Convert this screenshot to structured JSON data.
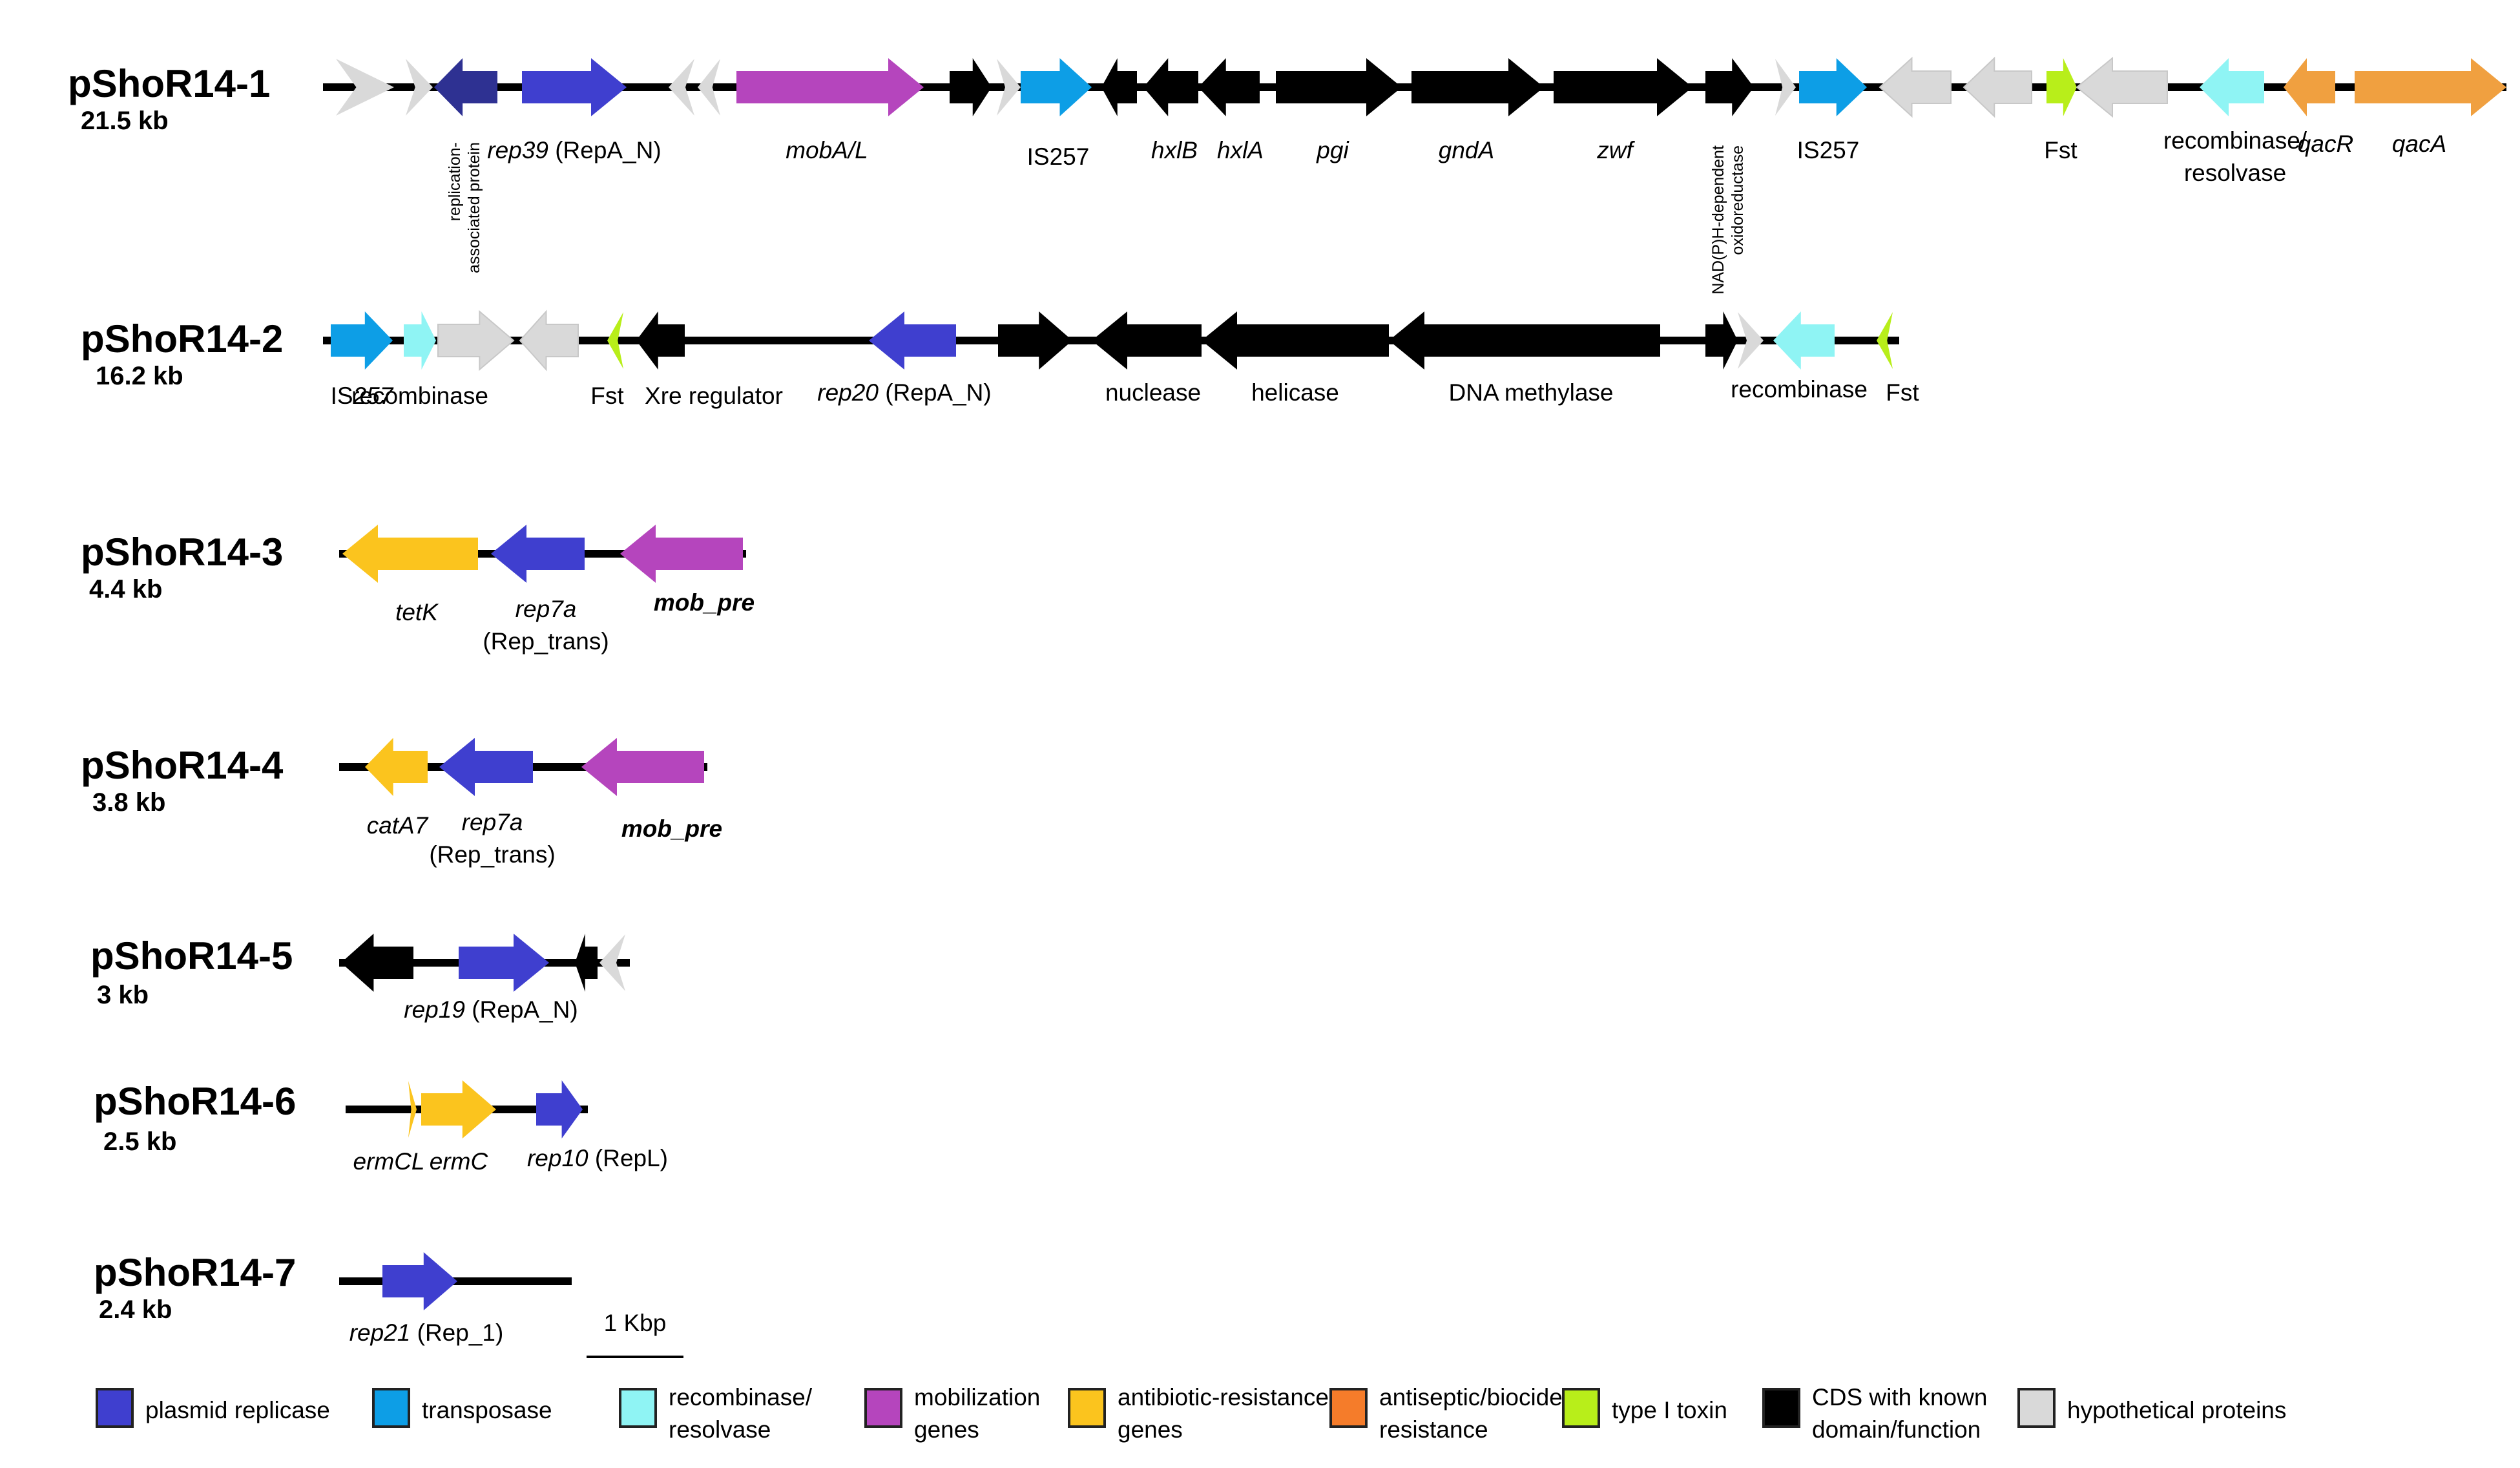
{
  "colors": {
    "plasmid_replicase": "#3f3fcf",
    "replicase_dark": "#2e3192",
    "transposase": "#0d9ee6",
    "recombinase": "#8ff4f4",
    "mobilization": "#b545bd",
    "antibiotic": "#fbc41e",
    "antiseptic": "#f0a040",
    "toxin": "#b8ee1a",
    "cds_known": "#000000",
    "hypothetical": "#d9d9d9",
    "backbone": "#000000"
  },
  "plasmids": [
    {
      "name": "pShoR14-1",
      "size": "21.5 kb",
      "genes": [
        {
          "dir": "right",
          "type": "hypothetical"
        },
        {
          "dir": "right",
          "type": "hypothetical"
        },
        {
          "dir": "left",
          "type": "replicase_dark"
        },
        {
          "dir": "right",
          "type": "plasmid_replicase",
          "label": "rep39",
          "label_suffix": " (RepA_N)",
          "italic": true
        },
        {
          "dir": "left",
          "type": "hypothetical"
        },
        {
          "dir": "left",
          "type": "hypothetical"
        },
        {
          "dir": "right",
          "type": "mobilization",
          "label": "mobA/L",
          "italic": true
        },
        {
          "dir": "right",
          "type": "cds_known"
        },
        {
          "dir": "right",
          "type": "hypothetical"
        },
        {
          "dir": "right",
          "type": "transposase",
          "label": "IS257"
        },
        {
          "dir": "left",
          "type": "cds_known"
        },
        {
          "dir": "left",
          "type": "cds_known",
          "label": "hxlB",
          "italic": true
        },
        {
          "dir": "left",
          "type": "cds_known",
          "label": "hxlA",
          "italic": true
        },
        {
          "dir": "right",
          "type": "cds_known",
          "label": "pgi",
          "italic": true
        },
        {
          "dir": "right",
          "type": "cds_known",
          "label": "gndA",
          "italic": true
        },
        {
          "dir": "right",
          "type": "cds_known",
          "label": "zwf",
          "italic": true
        },
        {
          "dir": "right",
          "type": "cds_known"
        },
        {
          "dir": "right",
          "type": "hypothetical"
        },
        {
          "dir": "right",
          "type": "transposase",
          "label": "IS257",
          "italic_part": "257"
        },
        {
          "dir": "left",
          "type": "hypothetical"
        },
        {
          "dir": "left",
          "type": "hypothetical"
        },
        {
          "dir": "right",
          "type": "toxin",
          "label": "Fst"
        },
        {
          "dir": "left",
          "type": "hypothetical"
        },
        {
          "dir": "left",
          "type": "recombinase",
          "label": "recombinase/",
          "label2": "resolvase"
        },
        {
          "dir": "left",
          "type": "antiseptic",
          "label": "qacR",
          "italic": true
        },
        {
          "dir": "right",
          "type": "antiseptic",
          "label": "qacA",
          "italic": true
        }
      ],
      "vertical_labels": [
        {
          "lines": [
            "replication-",
            "associated protein"
          ]
        },
        {
          "lines": [
            "NAD(P)H-dependent",
            "oxidoreductase"
          ]
        }
      ]
    },
    {
      "name": "pShoR14-2",
      "size": "16.2 kb",
      "genes": [
        {
          "dir": "right",
          "type": "transposase",
          "label": "IS",
          "label_italic": "257"
        },
        {
          "dir": "right",
          "type": "recombinase",
          "label": "recombinase"
        },
        {
          "dir": "right",
          "type": "hypothetical"
        },
        {
          "dir": "left",
          "type": "hypothetical"
        },
        {
          "dir": "left",
          "type": "toxin",
          "label": "Fst"
        },
        {
          "dir": "left",
          "type": "cds_known",
          "label": "Xre regulator"
        },
        {
          "dir": "left",
          "type": "plasmid_replicase",
          "label": "rep20",
          "label_suffix": " (RepA_N)",
          "italic": true
        },
        {
          "dir": "right",
          "type": "cds_known"
        },
        {
          "dir": "left",
          "type": "cds_known",
          "label": "nuclease"
        },
        {
          "dir": "left",
          "type": "cds_known",
          "label": "helicase"
        },
        {
          "dir": "left",
          "type": "cds_known",
          "label": "DNA methylase"
        },
        {
          "dir": "right",
          "type": "cds_known"
        },
        {
          "dir": "right",
          "type": "hypothetical"
        },
        {
          "dir": "left",
          "type": "recombinase",
          "label": "recombinase"
        },
        {
          "dir": "left",
          "type": "toxin",
          "label": "Fst"
        }
      ]
    },
    {
      "name": "pShoR14-3",
      "size": "4.4 kb",
      "genes": [
        {
          "dir": "left",
          "type": "antibiotic",
          "label": "tetK",
          "italic": true
        },
        {
          "dir": "left",
          "type": "plasmid_replicase",
          "label": "rep7a",
          "label2": "(Rep_trans)",
          "italic": true
        },
        {
          "dir": "left",
          "type": "mobilization",
          "label": "mob_pre",
          "italic": true,
          "bold": true
        }
      ]
    },
    {
      "name": "pShoR14-4",
      "size": "3.8 kb",
      "genes": [
        {
          "dir": "left",
          "type": "antibiotic",
          "label": "catA7",
          "italic": true
        },
        {
          "dir": "left",
          "type": "plasmid_replicase",
          "label": "rep7a",
          "label2": "(Rep_trans)",
          "italic": true
        },
        {
          "dir": "left",
          "type": "mobilization",
          "label": "mob_pre",
          "italic": true,
          "bold": true
        }
      ]
    },
    {
      "name": "pShoR14-5",
      "size": "3 kb",
      "genes": [
        {
          "dir": "left",
          "type": "cds_known"
        },
        {
          "dir": "right",
          "type": "plasmid_replicase",
          "label": "rep19",
          "label_suffix": " (RepA_N)",
          "italic": true
        },
        {
          "dir": "left",
          "type": "cds_known"
        },
        {
          "dir": "left",
          "type": "hypothetical"
        }
      ]
    },
    {
      "name": "pShoR14-6",
      "size": "2.5 kb",
      "genes": [
        {
          "dir": "right",
          "type": "antibiotic",
          "label": "ermCL",
          "italic": true
        },
        {
          "dir": "right",
          "type": "antibiotic",
          "label": "ermC",
          "italic": true
        },
        {
          "dir": "right",
          "type": "plasmid_replicase",
          "label": "rep10",
          "label_suffix": " (RepL)",
          "italic": true
        }
      ]
    },
    {
      "name": "pShoR14-7",
      "size": "2.4 kb",
      "genes": [
        {
          "dir": "right",
          "type": "plasmid_replicase",
          "label": "rep21",
          "label_suffix": " (Rep_1)",
          "italic": true
        }
      ]
    }
  ],
  "scale_bar": {
    "label": "1 Kbp"
  },
  "legend": [
    {
      "color": "plasmid_replicase",
      "text": [
        "plasmid replicase"
      ]
    },
    {
      "color": "transposase",
      "text": [
        "transposase"
      ]
    },
    {
      "color": "recombinase",
      "text": [
        "recombinase/",
        "resolvase"
      ]
    },
    {
      "color": "mobilization",
      "text": [
        "mobilization",
        "genes"
      ]
    },
    {
      "color": "antibiotic",
      "text": [
        "antibiotic-resistance",
        "genes"
      ]
    },
    {
      "color": "antiseptic_legend",
      "text": [
        "antiseptic/biocide",
        "resistance"
      ]
    },
    {
      "color": "toxin",
      "text": [
        "type I toxin"
      ]
    },
    {
      "color": "cds_known",
      "text": [
        "CDS with known",
        "domain/function"
      ]
    },
    {
      "color": "hypothetical",
      "text": [
        "hypothetical proteins"
      ]
    }
  ],
  "legend_colors": {
    "antiseptic_legend": "#f57c2a"
  }
}
